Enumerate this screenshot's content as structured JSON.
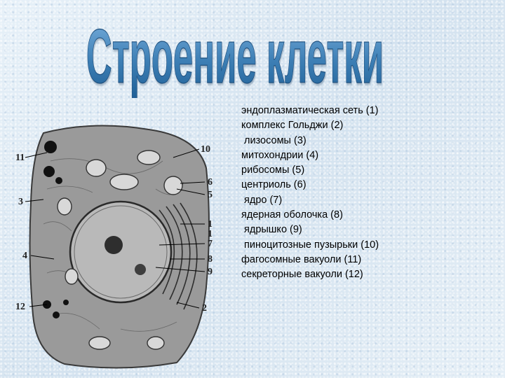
{
  "title": "Строение клетки",
  "figure": {
    "labels": [
      "10",
      "11",
      "3",
      "4",
      "12",
      "6",
      "5",
      "1",
      "7",
      "1",
      "8",
      "9",
      "2"
    ]
  },
  "organelles": [
    "эндоплазматическая сеть (1)",
    "комплекс Гольджи (2)",
    "лизосомы (3)",
    "митохондрии (4)",
    "рибосомы (5)",
    "центриоль (6)",
    "ядро (7)",
    "ядерная оболочка (8)",
    "ядрышко (9)",
    "пиноцитозные пузырьки (10)",
    "фагосомные вакуоли (11)",
    "секреторные вакуоли (12)"
  ],
  "colors": {
    "title_fill": "#3d7fb5",
    "title_outline": "#1f4f7d",
    "background": "#dde9f3"
  }
}
